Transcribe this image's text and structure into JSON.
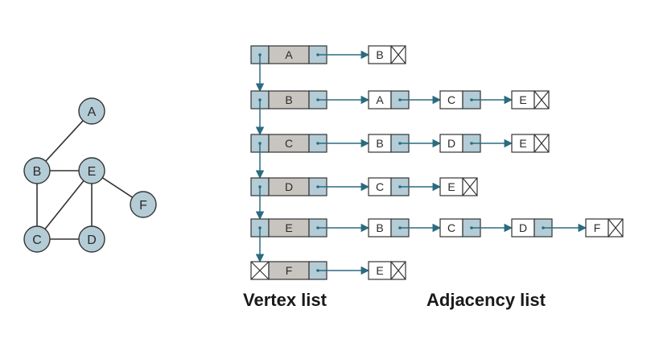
{
  "graph": {
    "vertices": [
      "A",
      "B",
      "C",
      "D",
      "E",
      "F"
    ],
    "edges": [
      [
        "A",
        "B"
      ],
      [
        "B",
        "E"
      ],
      [
        "B",
        "C"
      ],
      [
        "C",
        "E"
      ],
      [
        "C",
        "D"
      ],
      [
        "D",
        "E"
      ],
      [
        "E",
        "F"
      ]
    ]
  },
  "vertex_list": [
    "A",
    "B",
    "C",
    "D",
    "E",
    "F"
  ],
  "adjacency": {
    "A": [
      "B"
    ],
    "B": [
      "A",
      "C",
      "E"
    ],
    "C": [
      "B",
      "D",
      "E"
    ],
    "D": [
      "C",
      "E"
    ],
    "E": [
      "B",
      "C",
      "D",
      "F"
    ],
    "F": [
      "E"
    ]
  },
  "captions": {
    "vertex_list": "Vertex list",
    "adjacency_list": "Adjacency list"
  },
  "colors": {
    "node_fill": "#b4ccd6",
    "node_stroke": "#333333",
    "vertex_fill": "#c8c5c0",
    "pointer_fill": "#b4ccd6",
    "arrow": "#2b6b80",
    "edge": "#333333"
  }
}
